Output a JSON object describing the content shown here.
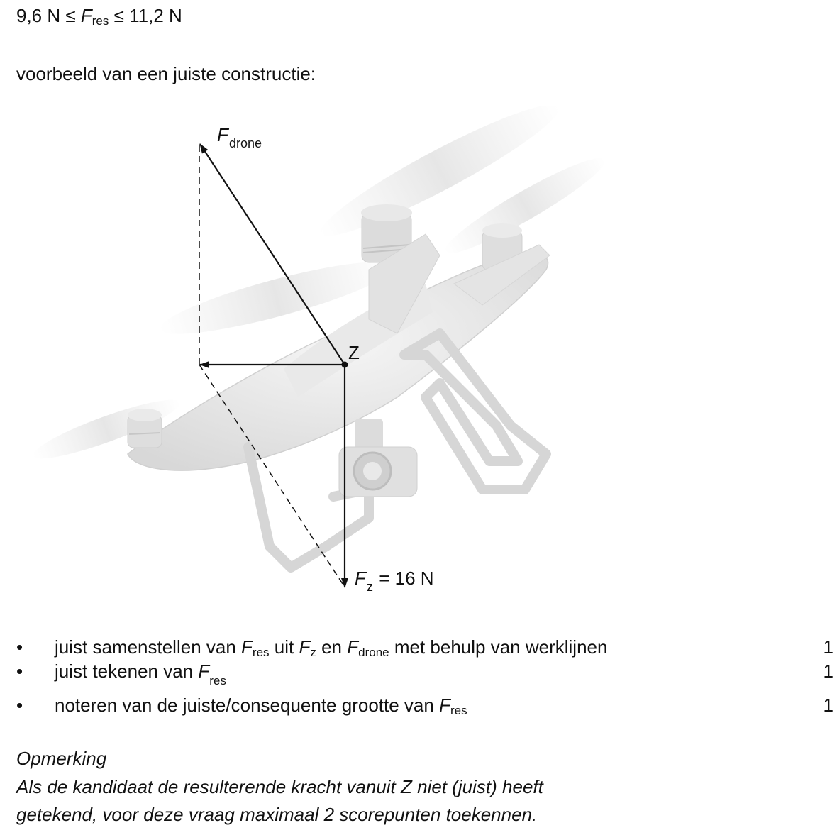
{
  "range": {
    "prefix": "9,6 N ≤ ",
    "symbol": "F",
    "sub": "res",
    "suffix": " ≤ 11,2 N"
  },
  "intro": "voorbeeld van een juiste constructie:",
  "figure": {
    "fdrone_symbol": "F",
    "fdrone_sub": "drone",
    "point_label": "Z",
    "fz_symbol": "F",
    "fz_sub": "z",
    "fz_value": " = 16 N",
    "colors": {
      "ink": "#111111",
      "drone_shade": "#cfcfcf",
      "drone_light": "#ececec"
    }
  },
  "criteria": [
    {
      "bullet": "•",
      "t1": "juist samenstellen van ",
      "s1": "F",
      "b1": "res",
      "t2": " uit ",
      "s2": "F",
      "b2": "z",
      "t3": " en ",
      "s3": "F",
      "b3": "drone",
      "t4": " met behulp van werklijnen",
      "score": "1"
    },
    {
      "bullet": "•",
      "t1": "juist tekenen van ",
      "s1": "F",
      "b1": "res",
      "score": "1"
    },
    {
      "bullet": "•",
      "t1": "noteren van de juiste/consequente grootte van ",
      "s1": "F",
      "b1": "res",
      "score": "1"
    }
  ],
  "remark": {
    "title": "Opmerking",
    "line1": "Als de kandidaat de resulterende kracht vanuit Z niet (juist) heeft",
    "line2": "getekend, voor deze vraag maximaal 2 scorepunten toekennen."
  }
}
